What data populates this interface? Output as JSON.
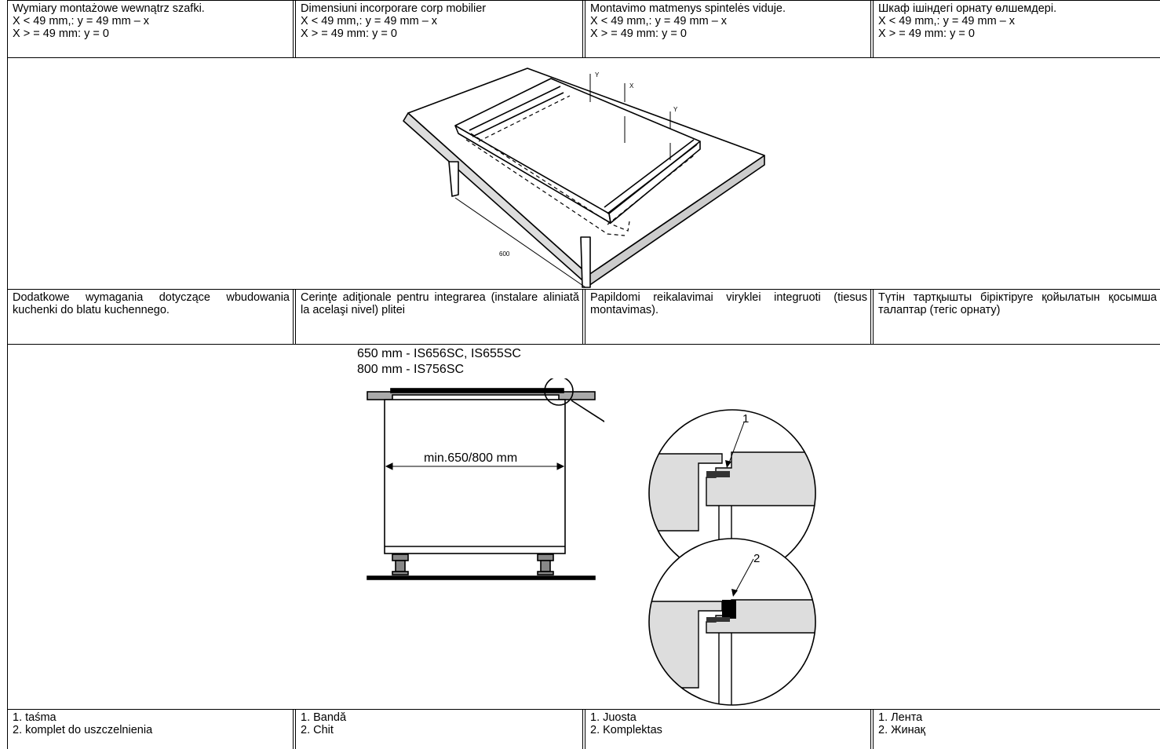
{
  "header_row": [
    {
      "title": "Wymiary montażowe wewnątrz szafki.",
      "line2": "X < 49 mm,: y = 49 mm –  x",
      "line3": "X > = 49 mm: y = 0"
    },
    {
      "title": "Dimensiuni incorporare corp mobilier",
      "line2": "X < 49 mm,: y = 49 mm –  x",
      "line3": "X > = 49 mm: y = 0"
    },
    {
      "title": "Montavimo matmenys spintelės viduje.",
      "line2": "X < 49 mm,: y = 49 mm –  x",
      "line3": "X > = 49 mm: y = 0"
    },
    {
      "title": "Шкаф ішіндегі орнату өлшемдері.",
      "line2": "X < 49 mm,: y = 49 mm –  x",
      "line3": "X > = 49 mm: y = 0"
    }
  ],
  "figure1": {
    "dim_600": "600",
    "label_y1": "Y",
    "label_x": "X",
    "label_y2": "Y"
  },
  "requirements_row": [
    "Dodatkowe wymagania dotyczące wbudowania kuchenki do blatu kuchennego.",
    "Cerinţe adiţionale pentru integrarea (instalare aliniată la acelaşi nivel) plitei",
    "Papildomi reikalavimai viryklei integruoti (tiesus montavimas).",
    "Түтін тартқышты біріктіруге қойылатын қосымша талаптар (тегіс орнату)"
  ],
  "figure2": {
    "models_line1": "650 mm - IS656SC, IS655SC",
    "models_line2": "800 mm - IS756SC",
    "width_label": "min.650/800 mm",
    "callout_1": "1",
    "callout_2": "2"
  },
  "legend_row": [
    {
      "item1": "1. taśma",
      "item2": "2. komplet do uszczelnienia"
    },
    {
      "item1": "1. Bandă",
      "item2": "2. Chit"
    },
    {
      "item1": "1. Juosta",
      "item2": "2. Komplektas"
    },
    {
      "item1": "1. Лента",
      "item2": "2. Жинақ"
    }
  ]
}
